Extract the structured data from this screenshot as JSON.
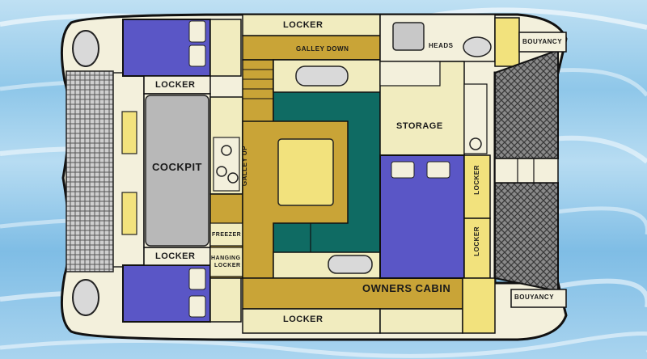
{
  "colors": {
    "hull": "#f3f0dc",
    "outline": "#111111",
    "cream": "#f1ecbf",
    "ochre": "#c9a437",
    "teal": "#0f6b63",
    "blue": "#5a56c6",
    "grey": "#b8b8b8",
    "net": "#6a6a6a",
    "water": "#9fd0ee"
  },
  "labels": {
    "locker_top": "LOCKER",
    "galley_down": "GALLEY DOWN",
    "heads": "HEADS",
    "bouyancy_top": "BOUYANCY",
    "locker_upper": "LOCKER",
    "storage": "STORAGE",
    "cockpit": "COCKPIT",
    "galley_up": "GALLEY UP",
    "locker_right_a": "LOCKER",
    "locker_right_b": "LOCKER",
    "freezer": "FREEZER",
    "hanging_locker_1": "HANGING",
    "hanging_locker_2": "LOCKER",
    "locker_lower": "LOCKER",
    "owners_cabin": "OWNERS CABIN",
    "bouyancy_bottom": "BOUYANCY",
    "locker_bottom": "LOCKER"
  },
  "icons": {
    "trampoline": "trampoline-net-icon",
    "transom_steps": "transom-steps-icon",
    "stove": "stove-icon",
    "sink": "sink-icon",
    "toilet": "toilet-icon",
    "bed": "bed-icon"
  }
}
